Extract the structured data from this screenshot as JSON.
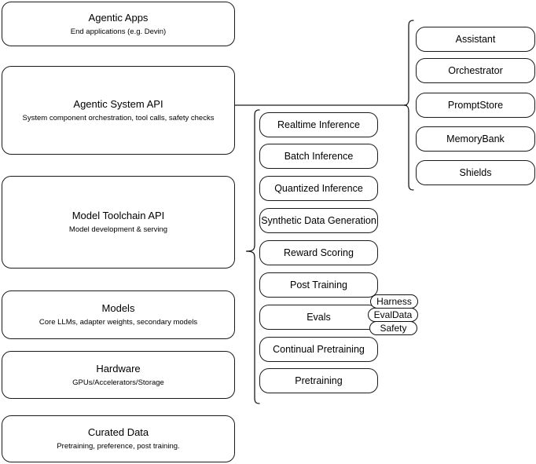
{
  "diagram": {
    "title": "Agentic AI stack layers",
    "stroke_color": "#1a1a1a",
    "background": "#ffffff"
  },
  "left_stack": [
    {
      "title": "Agentic Apps",
      "subtitle": "End applications (e.g. Devin)"
    },
    {
      "title": "Agentic System API",
      "subtitle": "System component orchestration, tool calls, safety checks"
    },
    {
      "title": "Model Toolchain API",
      "subtitle": "Model development & serving"
    },
    {
      "title": "Models",
      "subtitle": "Core LLMs, adapter weights, secondary models"
    },
    {
      "title": "Hardware",
      "subtitle": "GPUs/Accelerators/Storage"
    },
    {
      "title": "Curated Data",
      "subtitle": "Pretraining, preference, post training."
    }
  ],
  "toolchain_components": [
    {
      "label": "Realtime Inference"
    },
    {
      "label": "Batch Inference"
    },
    {
      "label": "Quantized Inference"
    },
    {
      "label": "Synthetic Data Generation"
    },
    {
      "label": "Reward Scoring"
    },
    {
      "label": "Post Training"
    },
    {
      "label": "Evals"
    },
    {
      "label": "Continual Pretraining"
    },
    {
      "label": "Pretraining"
    }
  ],
  "evals_badges": [
    {
      "label": "Harness"
    },
    {
      "label": "EvalData"
    },
    {
      "label": "Safety"
    }
  ],
  "system_components": [
    {
      "label": "Assistant"
    },
    {
      "label": "Orchestrator"
    },
    {
      "label": "PromptStore"
    },
    {
      "label": "MemoryBank"
    },
    {
      "label": "Shields"
    }
  ]
}
